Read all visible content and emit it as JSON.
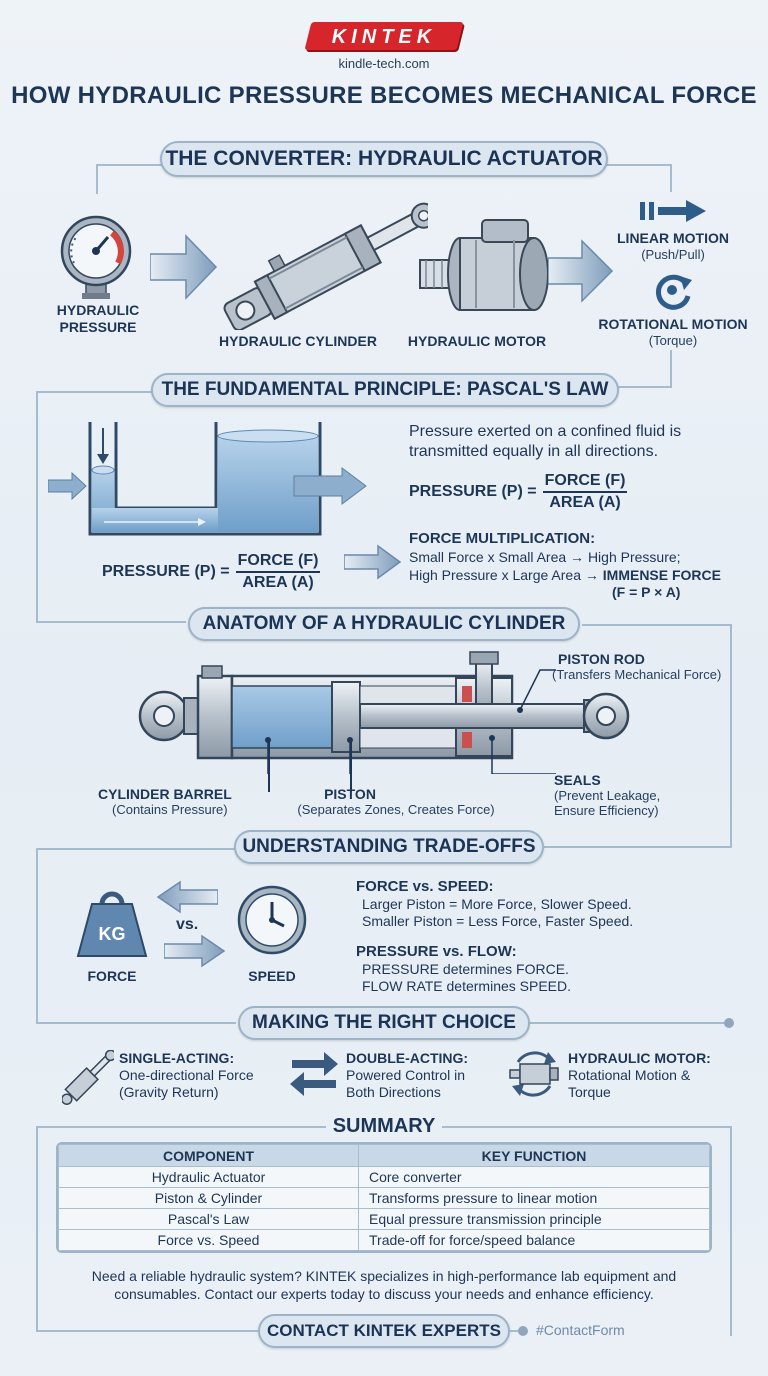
{
  "header": {
    "brand": "KINTEK",
    "site": "kindle-tech.com",
    "title": "HOW HYDRAULIC PRESSURE BECOMES MECHANICAL FORCE"
  },
  "converter": {
    "heading": "THE CONVERTER: HYDRAULIC ACTUATOR",
    "pressure_label": "HYDRAULIC PRESSURE",
    "cylinder_label": "HYDRAULIC CYLINDER",
    "motor_label": "HYDRAULIC MOTOR",
    "linear_title": "LINEAR MOTION",
    "linear_sub": "(Push/Pull)",
    "rotational_title": "ROTATIONAL MOTION",
    "rotational_sub": "(Torque)"
  },
  "pascal": {
    "heading": "THE FUNDAMENTAL PRINCIPLE: PASCAL'S LAW",
    "statement": "Pressure exerted on a confined fluid is transmitted equally in all directions.",
    "formula_lhs": "PRESSURE (P) =",
    "formula_num": "FORCE (F)",
    "formula_den": "AREA (A)",
    "multiplication_title": "FORCE MULTIPLICATION:",
    "multiplication_line1": "Small Force x Small Area → High Pressure;",
    "multiplication_line2a": "High Pressure x Large Area →",
    "multiplication_line2b": "IMMENSE FORCE",
    "multiplication_formula": "(F = P × A)"
  },
  "anatomy": {
    "heading": "ANATOMY OF A HYDRAULIC CYLINDER",
    "rod_title": "PISTON ROD",
    "rod_sub": "(Transfers Mechanical Force)",
    "barrel_title": "CYLINDER BARREL",
    "barrel_sub": "(Contains Pressure)",
    "piston_title": "PISTON",
    "piston_sub": "(Separates Zones, Creates Force)",
    "seals_title": "SEALS",
    "seals_sub1": "(Prevent Leakage,",
    "seals_sub2": "Ensure Efficiency)"
  },
  "tradeoffs": {
    "heading": "UNDERSTANDING TRADE-OFFS",
    "weight_text": "KG",
    "vs": "vs.",
    "force_label": "FORCE",
    "speed_label": "SPEED",
    "fs_title": "FORCE vs. SPEED:",
    "fs_line1": "Larger Piston = More Force, Slower Speed.",
    "fs_line2": "Smaller Piston = Less Force, Faster Speed.",
    "pf_title": "PRESSURE vs. FLOW:",
    "pf_line1": "PRESSURE determines FORCE.",
    "pf_line2": "FLOW RATE determines SPEED."
  },
  "choice": {
    "heading": "MAKING THE RIGHT CHOICE",
    "items": [
      {
        "title": "SINGLE-ACTING:",
        "line1": "One-directional Force",
        "line2": "(Gravity Return)"
      },
      {
        "title": "DOUBLE-ACTING:",
        "line1": "Powered Control in",
        "line2": "Both Directions"
      },
      {
        "title": "HYDRAULIC MOTOR:",
        "line1": "Rotational Motion &",
        "line2": "Torque"
      }
    ]
  },
  "summary": {
    "heading": "SUMMARY",
    "columns": [
      "COMPONENT",
      "KEY FUNCTION"
    ],
    "rows": [
      [
        "Hydraulic Actuator",
        "Core converter"
      ],
      [
        "Piston & Cylinder",
        "Transforms pressure to linear motion"
      ],
      [
        "Pascal's Law",
        "Equal pressure transmission principle"
      ],
      [
        "Force vs. Speed",
        "Trade-off for force/speed balance"
      ]
    ]
  },
  "footer": {
    "cta_line1": "Need a reliable hydraulic system? KINTEK specializes in high-performance lab equipment and",
    "cta_line2": "consumables. Contact our experts today to discuss your needs and enhance efficiency.",
    "button": "CONTACT KINTEK EXPERTS",
    "tag": "#ContactForm"
  },
  "colors": {
    "brand_red": "#d6252b",
    "navy": "#1d3656",
    "fluid_blue": "#8fb8dc",
    "seal_red": "#c9504e"
  }
}
